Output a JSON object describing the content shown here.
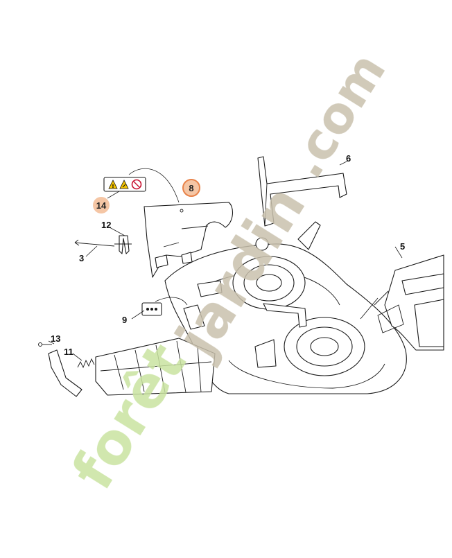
{
  "callouts": {
    "c3": "3",
    "c5": "5",
    "c6": "6",
    "c8": "8",
    "c9": "9",
    "c11": "11",
    "c12": "12",
    "c13": "13",
    "c14": "14"
  },
  "highlight_color": "#f5c6a5",
  "highlight_ring_color": "#e8834a",
  "watermark": {
    "text_green": "forêt",
    "text_brown": "jardin",
    "text_dotcom": ".com",
    "green": "#c9e3a0",
    "brown": "#c9c1ad"
  },
  "icons": [
    "warning-triangle-icon",
    "hand-hazard-icon",
    "no-entry-icon"
  ]
}
